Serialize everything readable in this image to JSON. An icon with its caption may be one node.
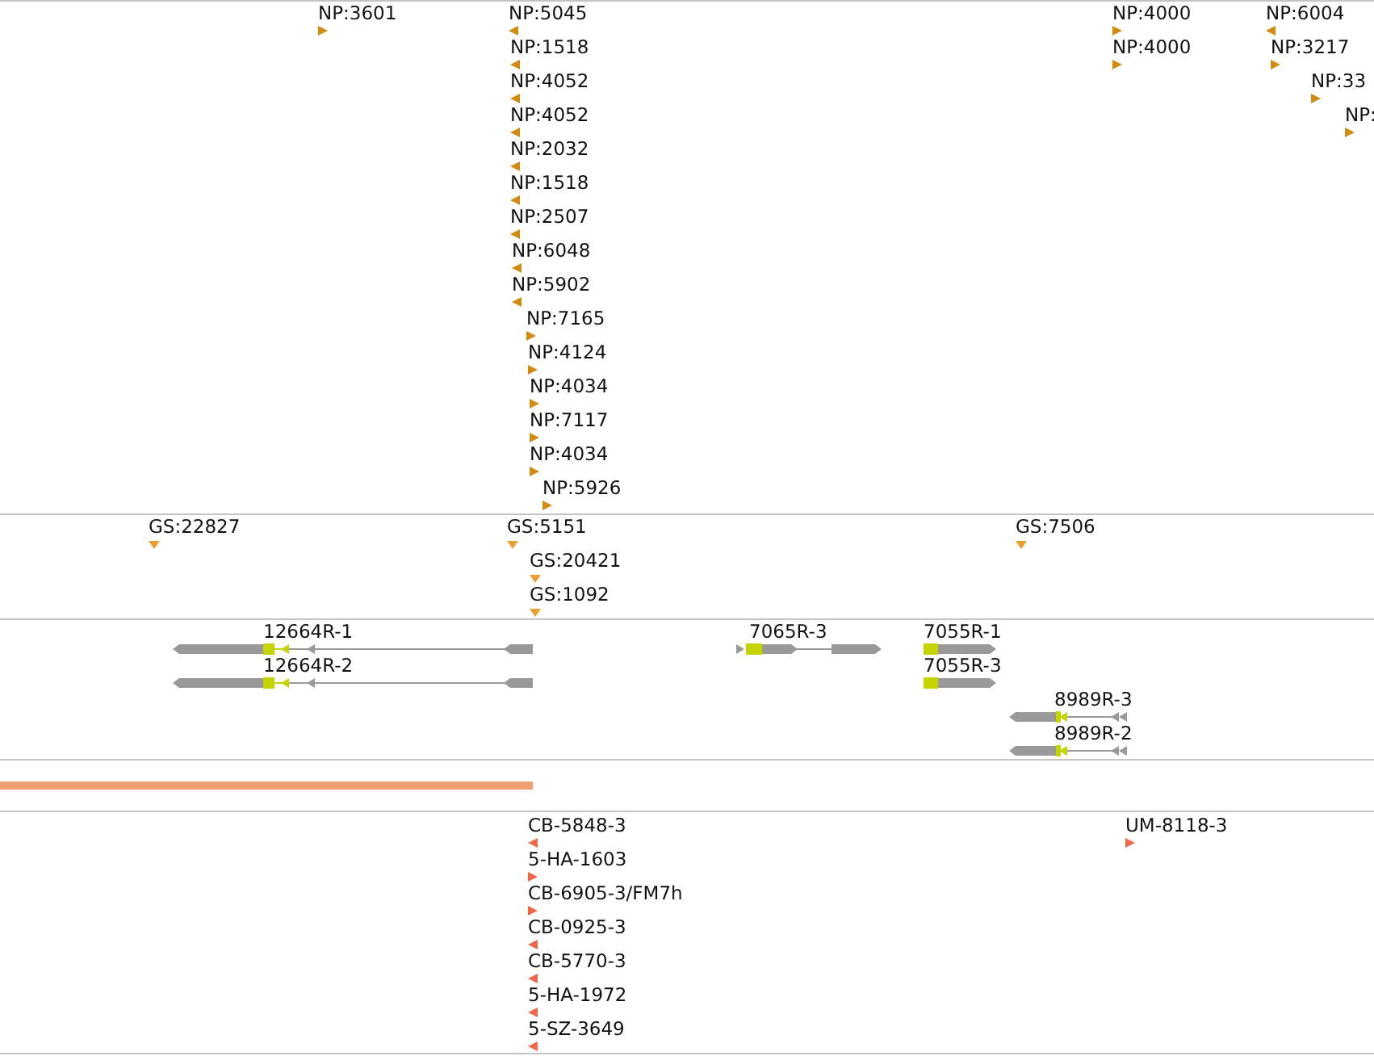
{
  "diagram": {
    "labels": [
      "NP:3601",
      "NP:5045",
      "NP:4000",
      "NP:6004",
      "NP:1518",
      "NP:4000",
      "NP:3217",
      "NP:4052",
      "NP:33",
      "NP:4052",
      "NP:",
      "NP:2032",
      "NP:1518",
      "NP:2507",
      "NP:6048",
      "NP:5902",
      "NP:7165",
      "NP:4124",
      "NP:4034",
      "NP:7117",
      "NP:4034",
      "NP:5926",
      "GS:22827",
      "GS:5151",
      "GS:7506",
      "GS:20421",
      "GS:1092",
      "12664R-1",
      "7065R-3",
      "7055R-1",
      "12664R-2",
      "7055R-3",
      "8989R-3",
      "8989R-2",
      "CB-5848-3",
      "UM-8118-3",
      "5-HA-1603",
      "CB-6905-3/FM7h",
      "CB-0925-3",
      "CB-5770-3",
      "5-HA-1972",
      "5-SZ-3649"
    ]
  }
}
